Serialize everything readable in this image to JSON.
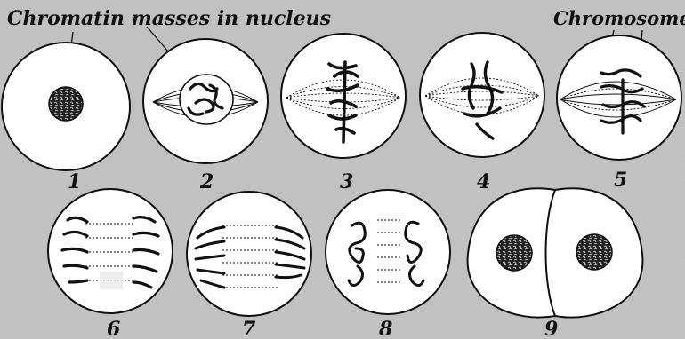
{
  "labels": {
    "chromatin": "Chromatin masses in nucleus",
    "chromosomes": "Chromosomes"
  },
  "stage_numbers": [
    "1",
    "2",
    "3",
    "4",
    "5",
    "6",
    "7",
    "8",
    "9"
  ],
  "colors": {
    "background": "#c9c9c9",
    "cell_fill": "#ffffff",
    "ink": "#111111"
  }
}
